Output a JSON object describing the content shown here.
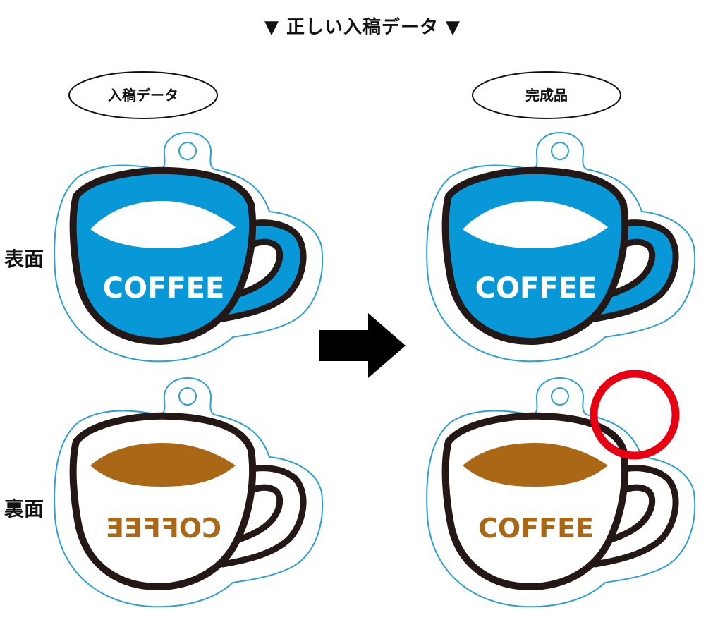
{
  "heading": "▼ 正しい入稿データ ▼",
  "labels": {
    "input_data": "入稿データ",
    "finished_product": "完成品",
    "front": "表面",
    "back": "裏面"
  },
  "cup_text": "COFFEE",
  "colors": {
    "cup_blue": "#0898d8",
    "cup_outline": "#231815",
    "coffee_brown": "#aa6817",
    "cut_line": "#2b9fd8",
    "highlight_circle": "#e60012"
  }
}
